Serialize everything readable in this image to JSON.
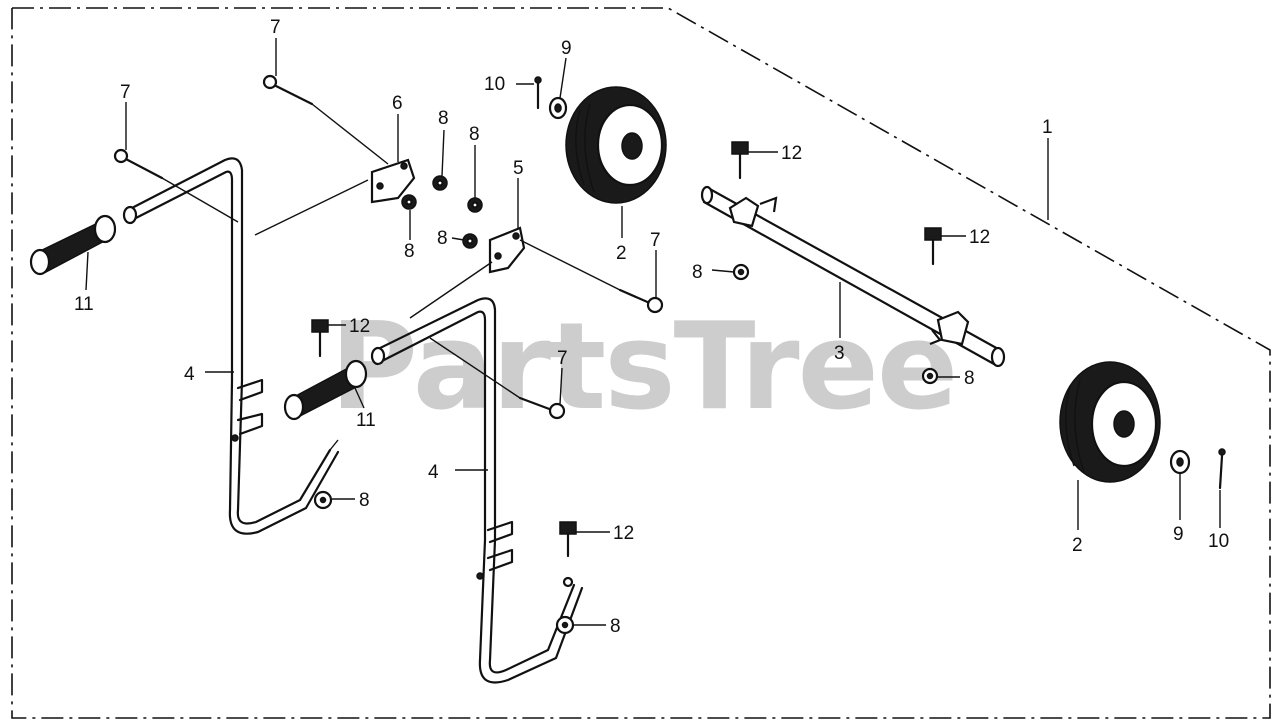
{
  "watermark": "PartsTree",
  "callouts": [
    {
      "id": "c1",
      "text": "1"
    },
    {
      "id": "c2a",
      "text": "2"
    },
    {
      "id": "c2b",
      "text": "2"
    },
    {
      "id": "c3",
      "text": "3"
    },
    {
      "id": "c4a",
      "text": "4"
    },
    {
      "id": "c4b",
      "text": "4"
    },
    {
      "id": "c5",
      "text": "5"
    },
    {
      "id": "c6",
      "text": "6"
    },
    {
      "id": "c7a",
      "text": "7"
    },
    {
      "id": "c7b",
      "text": "7"
    },
    {
      "id": "c7c",
      "text": "7"
    },
    {
      "id": "c7d",
      "text": "7"
    },
    {
      "id": "c8a",
      "text": "8"
    },
    {
      "id": "c8b",
      "text": "8"
    },
    {
      "id": "c8c",
      "text": "8"
    },
    {
      "id": "c8d",
      "text": "8"
    },
    {
      "id": "c8e",
      "text": "8"
    },
    {
      "id": "c8f",
      "text": "8"
    },
    {
      "id": "c8g",
      "text": "8"
    },
    {
      "id": "c8h",
      "text": "8"
    },
    {
      "id": "c9a",
      "text": "9"
    },
    {
      "id": "c9b",
      "text": "9"
    },
    {
      "id": "c10a",
      "text": "10"
    },
    {
      "id": "c10b",
      "text": "10"
    },
    {
      "id": "c11a",
      "text": "11"
    },
    {
      "id": "c11b",
      "text": "11"
    },
    {
      "id": "c12a",
      "text": "12"
    },
    {
      "id": "c12b",
      "text": "12"
    },
    {
      "id": "c12c",
      "text": "12"
    },
    {
      "id": "c12d",
      "text": "12"
    }
  ]
}
